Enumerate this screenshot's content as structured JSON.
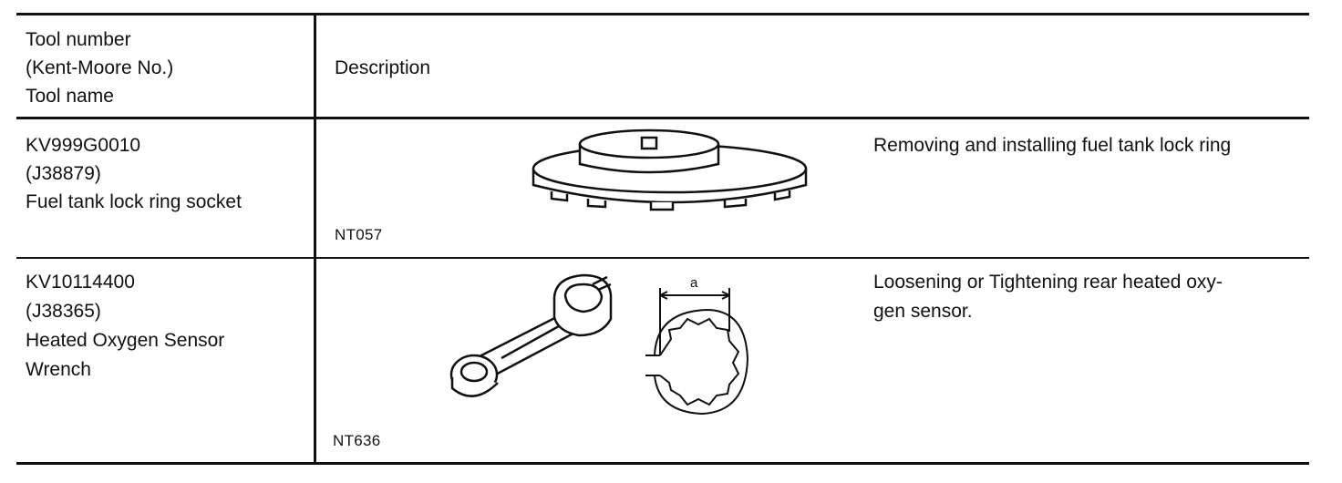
{
  "header": {
    "col1_lines": [
      "Tool number",
      "(Kent-Moore No.)",
      "Tool name"
    ],
    "col2": "Description"
  },
  "rows": [
    {
      "tool_number": "KV999G0010",
      "kent_moore": "(J38879)",
      "tool_name": [
        "Fuel tank lock ring socket"
      ],
      "figure_code": "NT057",
      "description": [
        "Removing and installing fuel tank lock ring"
      ]
    },
    {
      "tool_number": "KV10114400",
      "kent_moore": "(J38365)",
      "tool_name": [
        "Heated Oxygen Sensor",
        "Wrench"
      ],
      "figure_code": "NT636",
      "dimension_label": "a",
      "description": [
        "Loosening or Tightening rear heated oxy-",
        "gen sensor."
      ]
    }
  ]
}
